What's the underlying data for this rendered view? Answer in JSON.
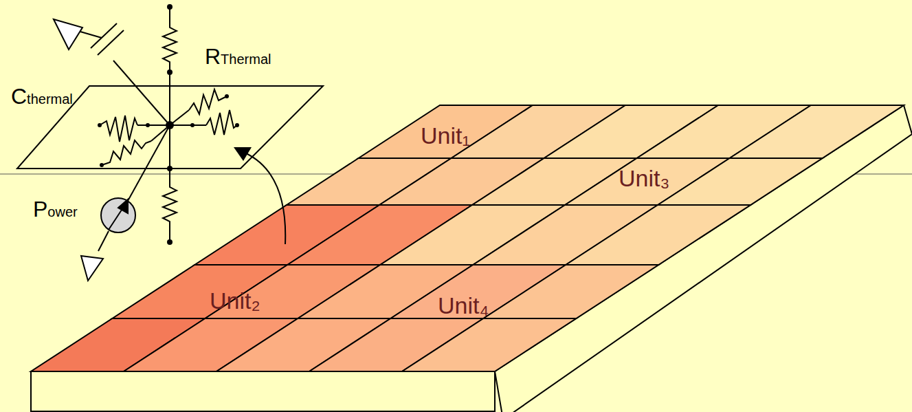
{
  "diagram": {
    "labels": [
      "RThermal",
      "Cthermal",
      "Power",
      "Unit₁",
      "Unit₃",
      "Unit₂",
      "Unit₄"
    ]
  }
}
